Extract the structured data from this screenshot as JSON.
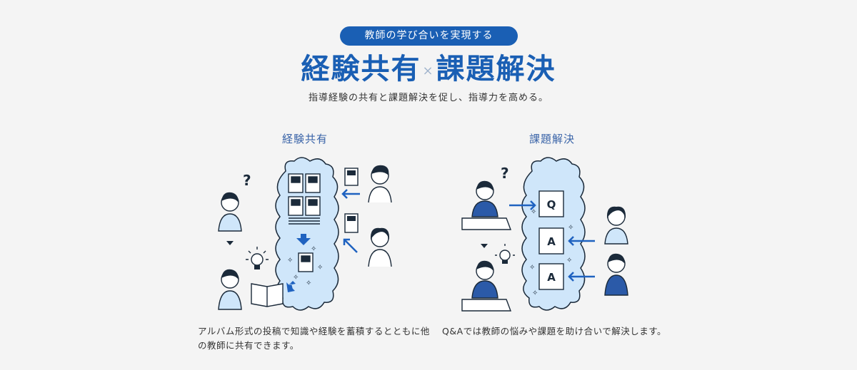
{
  "header": {
    "pill": "教師の学び合いを実現する",
    "headline_left": "経験共有",
    "headline_times": "×",
    "headline_right": "課題解決",
    "lead": "指導経験の共有と課題解決を促し、指導力を高める。"
  },
  "left": {
    "title": "経験共有",
    "question_mark": "?",
    "description_line1": "アルバム形式の投稿で知識や経験を蓄積するとともに他",
    "description_line2": "の教師に共有できます。"
  },
  "right": {
    "title": "課題解決",
    "question_mark": "?",
    "card_q": "Q",
    "card_a1": "A",
    "card_a2": "A",
    "description": "Q&Aでは教師の悩みや課題を助け合いで解決します。"
  },
  "colors": {
    "brand_blue": "#1a5fb4",
    "cloud_fill": "#cfe6fa",
    "arrow_blue": "#1f62c0",
    "background": "#f4f4f4"
  }
}
